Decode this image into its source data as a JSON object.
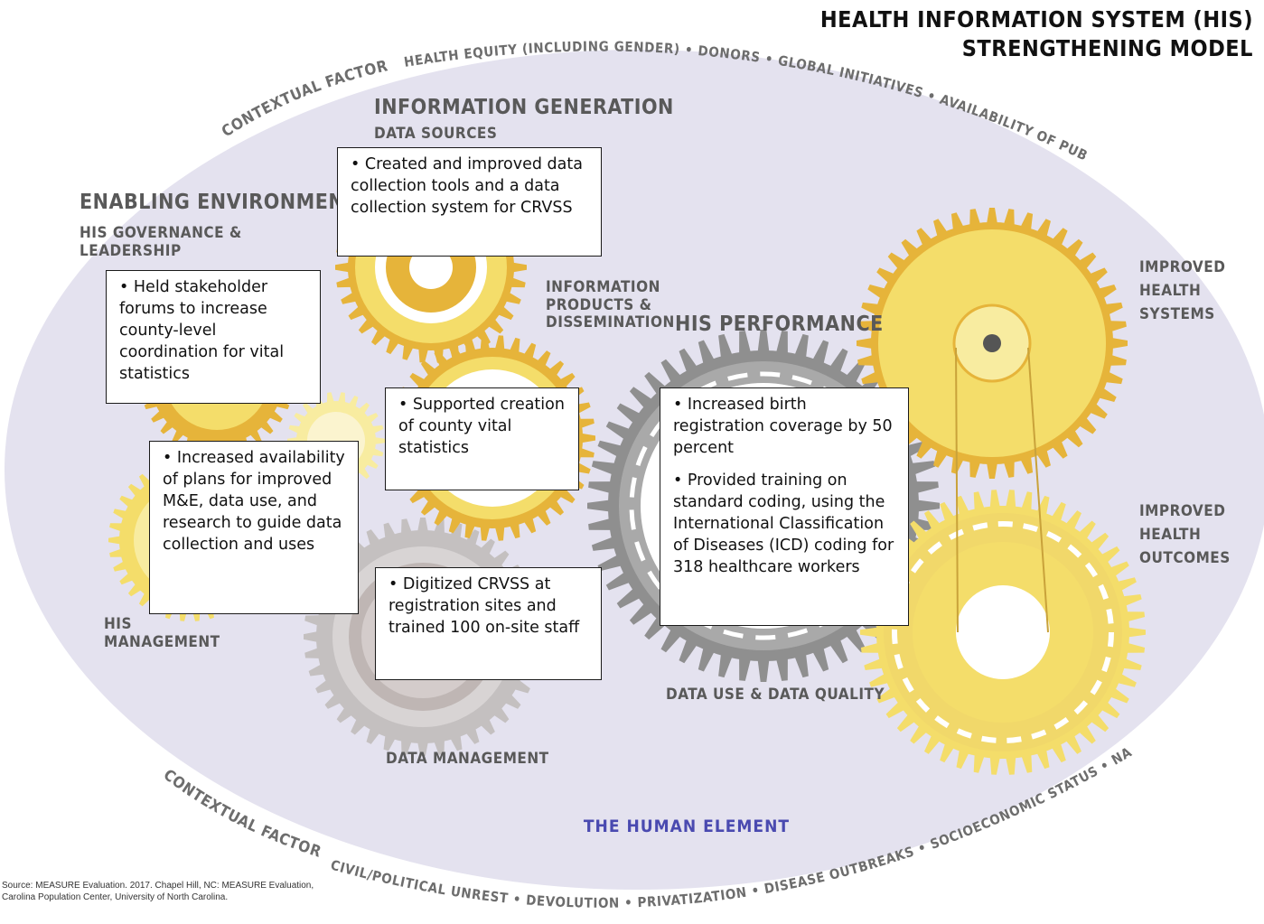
{
  "title": {
    "line1": "HEALTH INFORMATION SYSTEM (HIS)",
    "line2": "STRENGTHENING MODEL"
  },
  "contextual_top": {
    "label": "CONTEXTUAL FACTORS",
    "items": "HEALTH EQUITY (INCLUDING GENDER) • DONORS • GLOBAL INITIATIVES • AVAILABILITY OF PUBLIC UTILITIES"
  },
  "contextual_bottom": {
    "label": "CONTEXTUAL FACTORS",
    "items": "CIVIL/POLITICAL UNREST • DEVOLUTION • PRIVATIZATION • DISEASE OUTBREAKS • SOCIOECONOMIC STATUS • NATURAL DISASTERS"
  },
  "sections": {
    "enabling_environment": "ENABLING ENVIRONMENT",
    "governance": {
      "line1": "HIS GOVERNANCE &",
      "line2": "LEADERSHIP"
    },
    "management": {
      "line1": "HIS",
      "line2": "MANAGEMENT"
    },
    "information_generation": "INFORMATION GENERATION",
    "data_sources": "DATA SOURCES",
    "info_products": {
      "line1": "INFORMATION",
      "line2": "PRODUCTS &",
      "line3": "DISSEMINATION"
    },
    "data_management": "DATA MANAGEMENT",
    "his_performance": "HIS PERFORMANCE",
    "data_use": "DATA USE & DATA QUALITY",
    "improved_systems": {
      "line1": "IMPROVED",
      "line2": "HEALTH",
      "line3": "SYSTEMS"
    },
    "improved_outcomes": {
      "line1": "IMPROVED",
      "line2": "HEALTH",
      "line3": "OUTCOMES"
    },
    "human_element": "THE HUMAN ELEMENT"
  },
  "boxes": {
    "data_collection": "Created and improved data collection tools and a data collection system for CRVSS",
    "stakeholder": "Held stakeholder forums to increase county-level coordination for vital statistics",
    "vital_stats": "Supported creation of county vital statistics",
    "plans": "Increased availability of plans for improved M&E, data use, and research to guide data collection and uses",
    "digitized": "Digitized CRVSS at registration sites and trained 100 on-site staff",
    "birth_registration": "Increased birth registration coverage by 50 percent",
    "training": "Provided training on standard coding, using the International Classification of Diseases (ICD) coding for 318 healthcare workers"
  },
  "source": {
    "line1": "Source: MEASURE Evaluation. 2017. Chapel Hill, NC: MEASURE Evaluation,",
    "line2": "Carolina Population Center, University of North Carolina."
  },
  "colors": {
    "background_oval": "#e4e2ef",
    "gold": "#e6b43a",
    "gold_light": "#f4dd6a",
    "gold_pale": "#f8eca0",
    "gray": "#8f8f8f",
    "gray_light": "#c4c0c0",
    "human_element": "#4a4ab0"
  }
}
